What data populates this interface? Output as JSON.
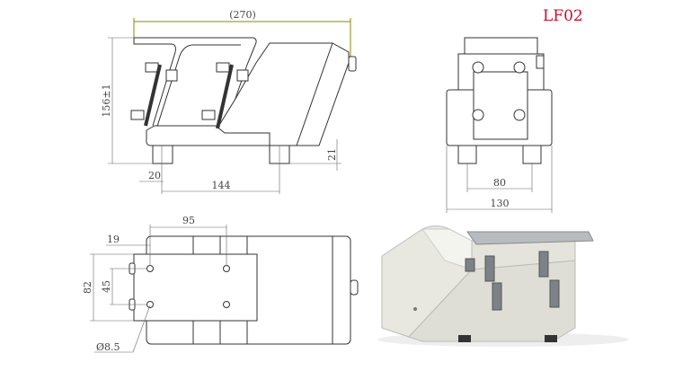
{
  "model_label": "LF02",
  "colors": {
    "model_label": "#c8102e",
    "dim_highlight": "#8a8a00"
  },
  "side_view": {
    "overall_length": "(270)",
    "height": "156±1",
    "foot_height": "21",
    "foot_offset": "20",
    "foot_spacing": "144"
  },
  "front_view": {
    "plate_width": "80",
    "overall_width": "130"
  },
  "top_view": {
    "hole_spacing_x": "95",
    "edge_offset": "19",
    "plate_depth": "82",
    "hole_spacing_y": "45",
    "hole_diameter": "Ø8.5"
  }
}
